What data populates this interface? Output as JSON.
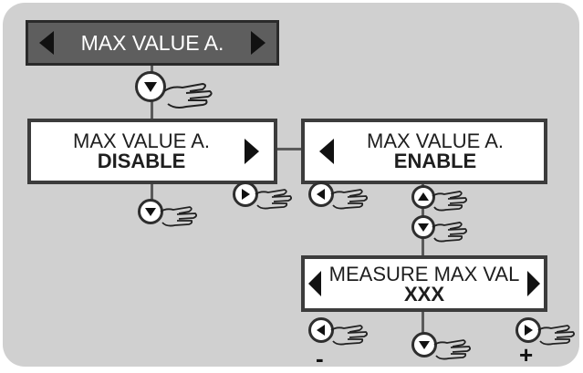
{
  "header": {
    "label": "MAX VALUE A."
  },
  "disable_box": {
    "line1": "MAX VALUE A.",
    "line2": "DISABLE"
  },
  "enable_box": {
    "line1": "MAX VALUE A.",
    "line2": "ENABLE"
  },
  "measure_box": {
    "line1": "MEASURE MAX VAL",
    "line2": "XXX"
  },
  "signs": {
    "minus": "-",
    "plus": "+"
  },
  "colors": {
    "panel": "#d0d0d0",
    "header": "#5e5e5e",
    "border": "#3c3c3c"
  }
}
